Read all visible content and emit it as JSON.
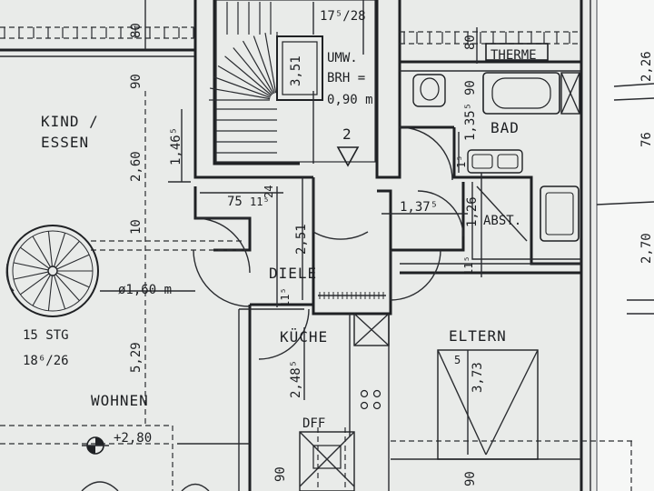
{
  "rooms": {
    "kind_essen_1": "KIND /",
    "kind_essen_2": "ESSEN",
    "wohnen": "WOHNEN",
    "diele": "DIELE",
    "kueche": "KÜCHE",
    "eltern": "ELTERN",
    "bad": "BAD",
    "abst": "ABST.",
    "therme": "THERME",
    "dff": "DFF"
  },
  "stairs": {
    "main_steps": "17⁵/28",
    "spiral_count": "15 STG",
    "spiral_steps": "18⁶/26",
    "spiral_diameter": "ø1,60 m",
    "direction_number": "2"
  },
  "notes": {
    "umw_1": "UMW.",
    "umw_2": "BRH =",
    "umw_3": "0,90 m",
    "level": "+2,80"
  },
  "dimensions": {
    "d80_top": "80",
    "d90_left": "90",
    "d260": "2,60",
    "d1465": "1,46⁵",
    "d10": "10",
    "d529": "5,29",
    "d351": "3,51",
    "d80_right": "80",
    "d90_bad": "90",
    "d1355": "1,35⁵",
    "d115a": "1⁵",
    "d1375": "1,37⁵",
    "d126": "1,26",
    "d115b": "11⁵",
    "d75": "75",
    "d115c": "11⁵",
    "d24": "24",
    "d251": "2,51",
    "d115d": "11⁵",
    "d2485": "2,48⁵",
    "d373": "3,73",
    "d5": "5",
    "d90_bottom": "90",
    "d90_bottom2": "90",
    "edge_226": "2,26",
    "edge_76": "76",
    "edge_270": "2,70"
  }
}
